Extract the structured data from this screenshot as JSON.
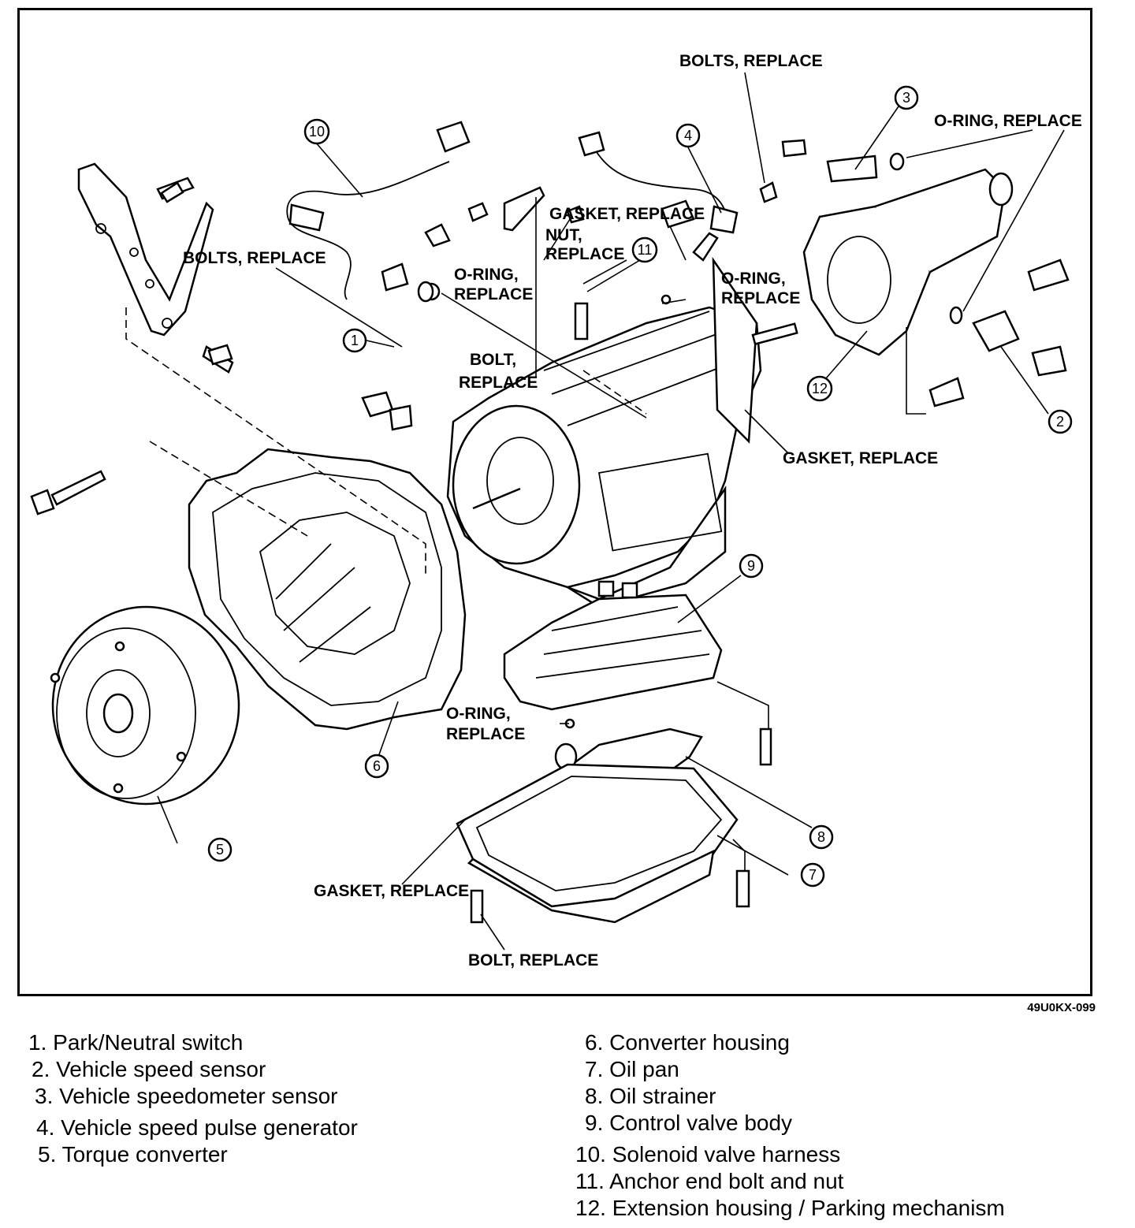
{
  "figure_code": "49U0KX-099",
  "callouts": {
    "bolts_replace_top": "BOLTS, REPLACE",
    "bolts_replace_left": "BOLTS, REPLACE",
    "oring_replace_top_right": "O-RING, REPLACE",
    "gasket_replace_top": "GASKET, REPLACE",
    "nut_replace_1": "NUT,",
    "nut_replace_2": "REPLACE",
    "oring_left_1": "O-RING,",
    "oring_left_2": "REPLACE",
    "oring_mid_1": "O-RING,",
    "oring_mid_2": "REPLACE",
    "bolt_mid_1": "BOLT,",
    "bolt_mid_2": "REPLACE",
    "gasket_replace_right": "GASKET, REPLACE",
    "oring_lower_1": "O-RING,",
    "oring_lower_2": "REPLACE",
    "gasket_replace_bottom": "GASKET, REPLACE",
    "bolt_replace_bottom": "BOLT, REPLACE"
  },
  "part_numbers": [
    "1",
    "2",
    "3",
    "4",
    "5",
    "6",
    "7",
    "8",
    "9",
    "10",
    "11",
    "12"
  ],
  "legend_left": [
    {
      "num": "1.",
      "label": "Park/Neutral switch"
    },
    {
      "num": "2.",
      "label": "Vehicle speed sensor"
    },
    {
      "num": "3.",
      "label": "Vehicle speedometer sensor"
    },
    {
      "num": "4.",
      "label": "Vehicle speed pulse generator"
    },
    {
      "num": "5.",
      "label": "Torque converter"
    }
  ],
  "legend_right": [
    {
      "num": "6.",
      "label": "Converter housing"
    },
    {
      "num": "7.",
      "label": "Oil pan"
    },
    {
      "num": "8.",
      "label": "Oil strainer"
    },
    {
      "num": "9.",
      "label": "Control valve body"
    },
    {
      "num": "10.",
      "label": "Solenoid valve harness"
    },
    {
      "num": "11.",
      "label": "Anchor end bolt and nut"
    },
    {
      "num": "12.",
      "label": "Extension housing / Parking mechanism"
    }
  ]
}
